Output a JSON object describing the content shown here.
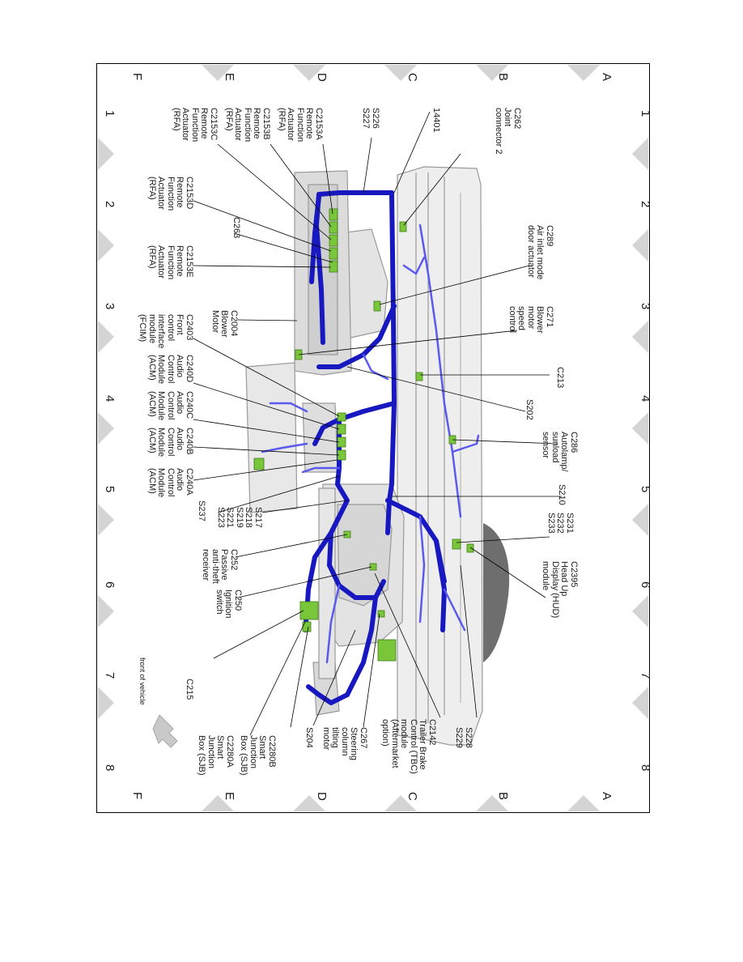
{
  "grid": {
    "letters": [
      "A",
      "B",
      "C",
      "D",
      "E",
      "F"
    ],
    "numbers": [
      "1",
      "2",
      "3",
      "4",
      "5",
      "6",
      "7",
      "8"
    ]
  },
  "front_of_vehicle": "front of vehicle",
  "callouts": [
    {
      "id": "c262",
      "text": "C262\nJoint\nconnector 2"
    },
    {
      "id": "i14401",
      "text": "14401"
    },
    {
      "id": "s226",
      "text": "S226\nS227"
    },
    {
      "id": "c2153a",
      "text": "C2153A\nRemote\nFunction\nActuator\n(RFA)"
    },
    {
      "id": "c2153b",
      "text": "C2153B\nRemote\nFunction\nActuator\n(RFA)"
    },
    {
      "id": "c2153c",
      "text": "C2153C\nRemote\nFunction\nActuator\n(RFA)"
    },
    {
      "id": "c2153d",
      "text": "C2153D\nRemote\nFunction\nActuator\n(RFA)"
    },
    {
      "id": "c263",
      "text": "C263"
    },
    {
      "id": "c2153e",
      "text": "C2153E\nRemote\nFunction\nActuator\n(RFA)"
    },
    {
      "id": "c289",
      "text": "C289\nAir inlet mode\ndoor actuator"
    },
    {
      "id": "c2004",
      "text": "C2004\nBlower\nMotor"
    },
    {
      "id": "c271",
      "text": "C271\nBlower\nmotor\nspeed\ncontrol"
    },
    {
      "id": "c2403",
      "text": "C2403\nFront\ncontrol\ninterface\nmodule\n(FCIM)"
    },
    {
      "id": "c240d",
      "text": "C240D\nAudio\nControl\nModule\n(ACM)"
    },
    {
      "id": "c240c",
      "text": "C240C\nAudio\nControl\nModule\n(ACM)"
    },
    {
      "id": "c240b",
      "text": "C240B\nAudio\nControl\nModule\n(ACM)"
    },
    {
      "id": "c240a",
      "text": "C240A\nAudio\nControl\nModule\n(ACM)"
    },
    {
      "id": "c213",
      "text": "C213"
    },
    {
      "id": "s202",
      "text": "S202"
    },
    {
      "id": "c286",
      "text": "C286\nAutolamp/\nsunload\nsensor"
    },
    {
      "id": "s210",
      "text": "S210"
    },
    {
      "id": "s237",
      "text": "S237"
    },
    {
      "id": "s217",
      "text": "S217\nS218\nS219\nS221\nS223"
    },
    {
      "id": "s231",
      "text": "S231\nS232\nS233"
    },
    {
      "id": "c252",
      "text": "C252\nPassive\nanti-theft\nreceiver"
    },
    {
      "id": "c250",
      "text": "C250\nIgnition\nswitch"
    },
    {
      "id": "c2395",
      "text": "C2395\nHead Up\nDisplay (HUD)\nmodule"
    },
    {
      "id": "c215",
      "text": "C215"
    },
    {
      "id": "s204",
      "text": "S204"
    },
    {
      "id": "c2280a",
      "text": "C2280A\nSmart\nJunction\nBox (SJB)"
    },
    {
      "id": "c2280b",
      "text": "C2280B\nSmart\nJunction\nBox (SJB)"
    },
    {
      "id": "c267",
      "text": "C267\nSteering\ncolumn\ntilting\nmotor"
    },
    {
      "id": "c2142",
      "text": "C2142\nTrailer Brake\nControl (TBC)\nmodule\n(Aftermarket\noption)"
    },
    {
      "id": "s228",
      "text": "S228\nS229"
    }
  ]
}
